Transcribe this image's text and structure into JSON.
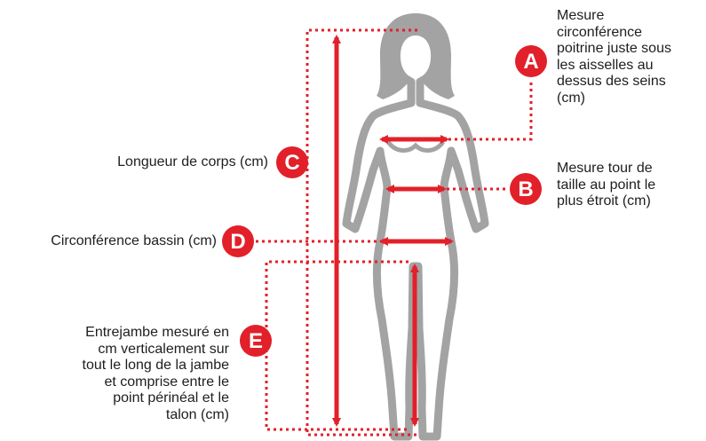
{
  "colors": {
    "accent": "#e2202a",
    "silhouette": "#a3a3a4",
    "text": "#1e1e1e",
    "background": "#ffffff"
  },
  "icons": {
    "figure": "woman-silhouette-icon"
  },
  "measurements": [
    {
      "letter": "A",
      "lines": [
        "Mesure",
        "circonférence",
        "poitrine juste sous",
        "les aisselles au",
        "dessus des seins",
        "(cm)"
      ]
    },
    {
      "letter": "B",
      "lines": [
        "Mesure tour de",
        "taille au point le",
        "plus étroit (cm)"
      ]
    },
    {
      "letter": "C",
      "lines": [
        "Longueur de corps (cm)"
      ]
    },
    {
      "letter": "D",
      "lines": [
        "Circonférence bassin (cm)"
      ]
    },
    {
      "letter": "E",
      "lines": [
        "Entrejambe mesuré en",
        "cm verticalement sur",
        "tout le long de la jambe",
        "et comprise entre le",
        "point périnéal et le",
        "talon (cm)"
      ]
    }
  ]
}
